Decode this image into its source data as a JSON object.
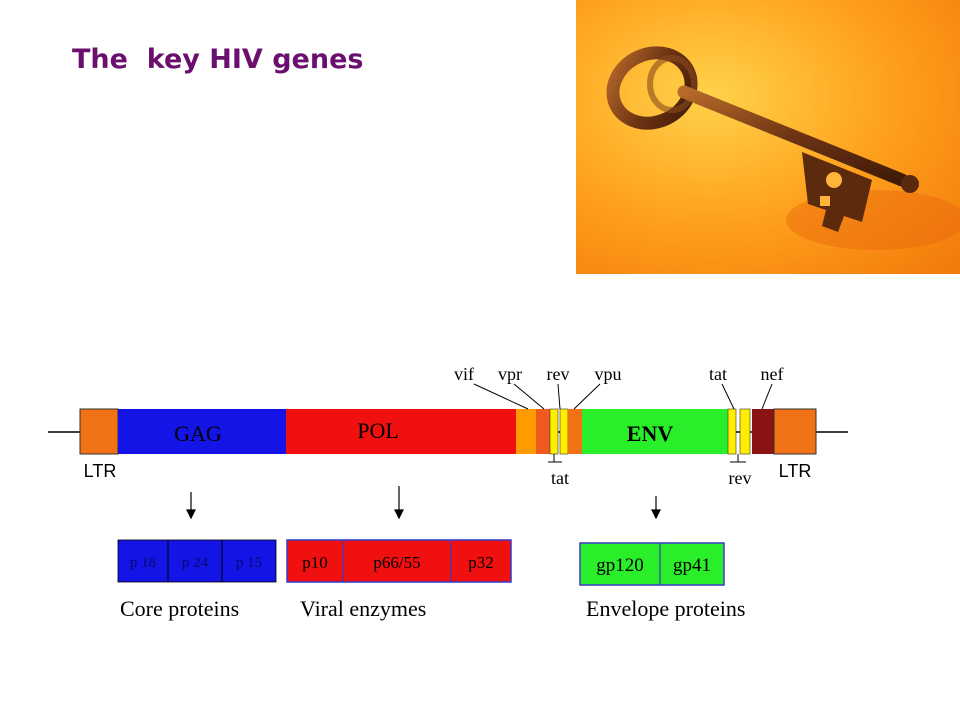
{
  "slide": {
    "title": "The  key HIV genes"
  },
  "photo": {
    "icon": "key-icon"
  },
  "genome": {
    "main_genes": [
      "GAG",
      "POL",
      "ENV"
    ],
    "ltr_left": "LTR",
    "ltr_right": "LTR",
    "top_labels": [
      "vif",
      "vpr",
      "rev",
      "vpu",
      "tat",
      "nef"
    ],
    "bottom_labels": [
      "tat",
      "rev"
    ]
  },
  "products": {
    "core": {
      "cells": [
        "p 18",
        "p 24",
        "p 15"
      ],
      "caption": "Core proteins"
    },
    "enzymes": {
      "cells": [
        "p10",
        "p66/55",
        "p32"
      ],
      "caption": "Viral enzymes"
    },
    "envelope": {
      "cells": [
        "gp120",
        "gp41"
      ],
      "caption": "Envelope proteins"
    }
  },
  "colors": {
    "title": "#6b0f6e",
    "gag": "#1414e6",
    "pol": "#f01010",
    "env": "#2aee2a",
    "ltr": "#f07214",
    "nef": "#8a1414",
    "accessory_yellow": "#ffee00",
    "vif": "#ff9a00"
  }
}
